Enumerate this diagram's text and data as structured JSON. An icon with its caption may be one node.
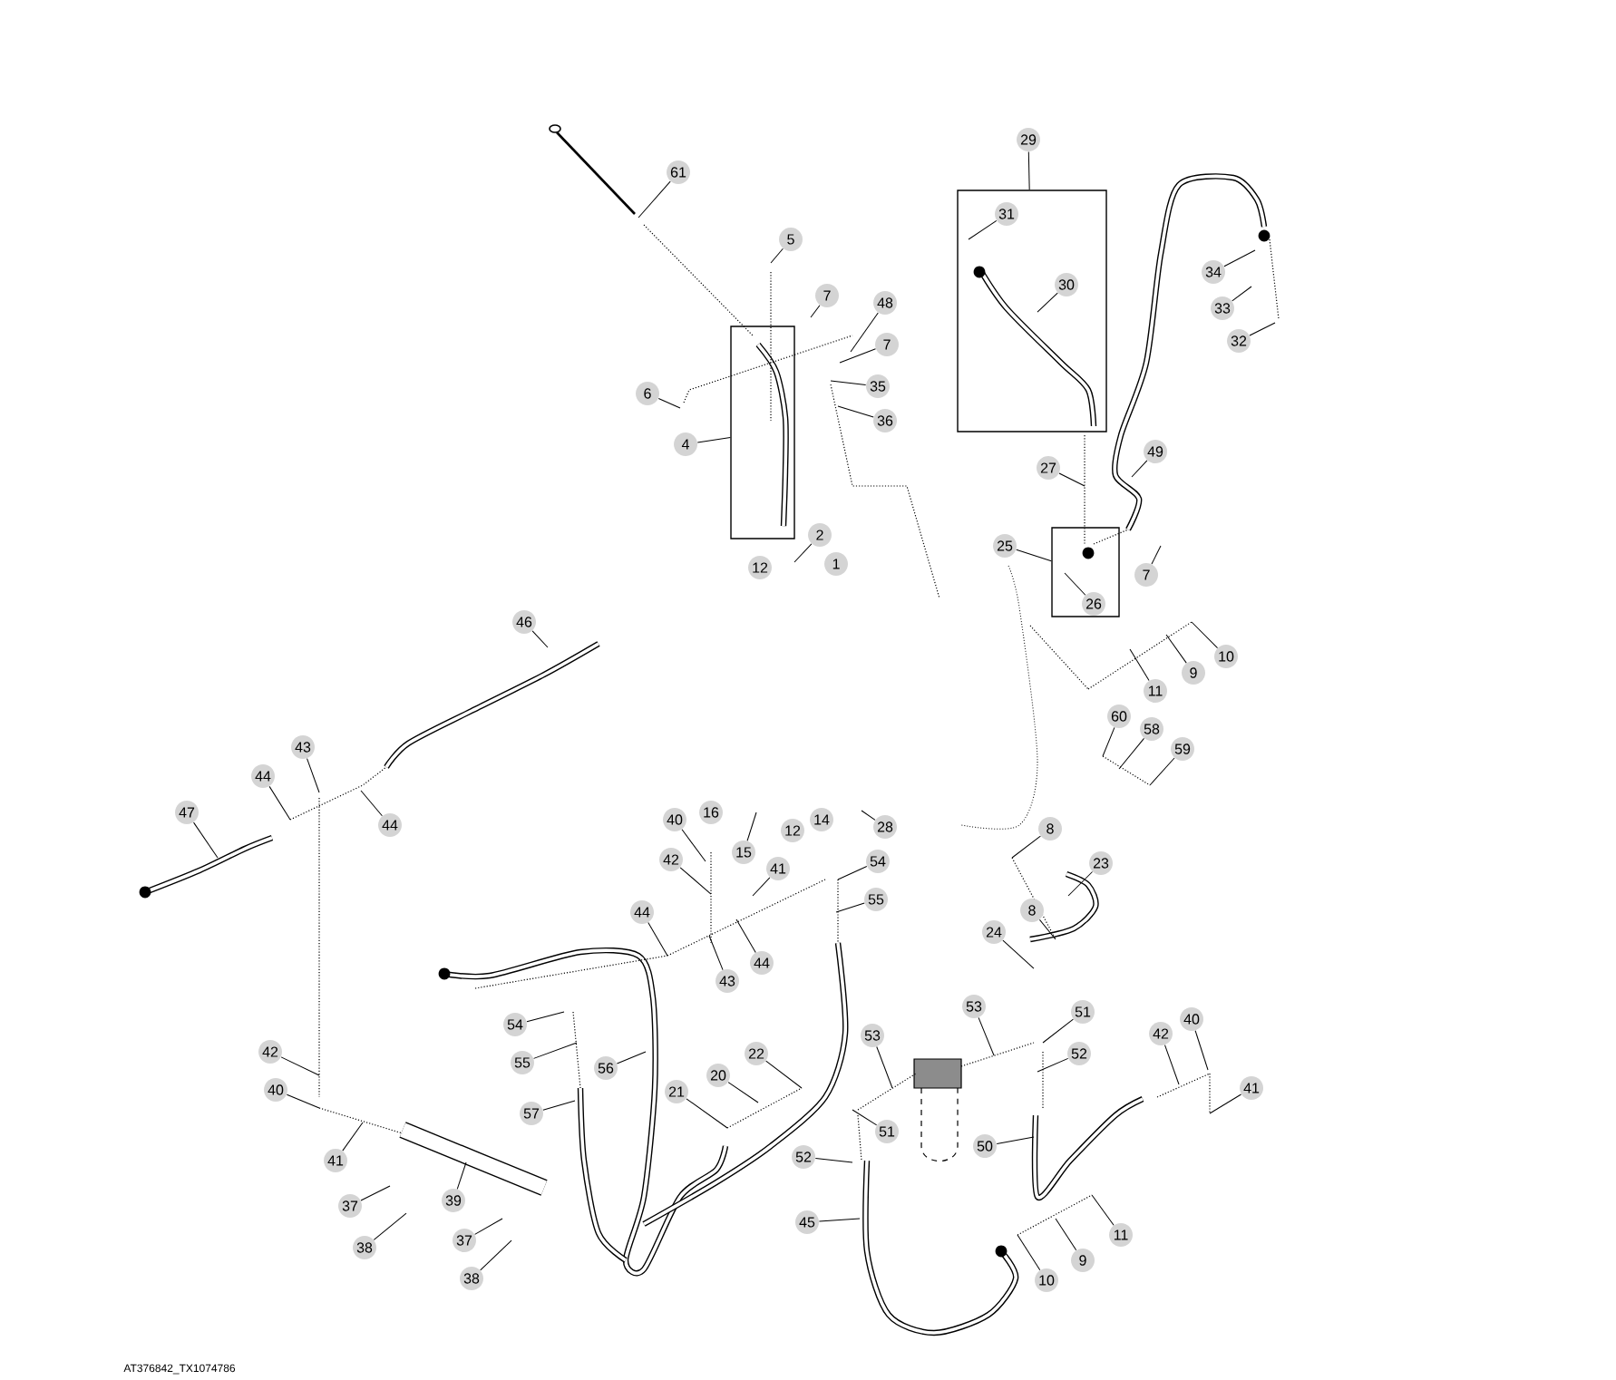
{
  "diagram": {
    "caption": "AT376842_TX1074786",
    "nodes": [
      {
        "text": [],
        "shape": "box"
      },
      {
        "text": [],
        "shape": "box"
      },
      {
        "text": [],
        "shape": "box"
      },
      {
        "text": [
          "29"
        ]
      },
      {
        "text": [
          "61"
        ]
      },
      {
        "text": [
          "31"
        ],
        "in": 1
      },
      {
        "text": [
          "5"
        ]
      },
      {
        "text": [
          "34"
        ]
      },
      {
        "text": [
          "30"
        ],
        "in": 1
      },
      {
        "text": [
          "7"
        ]
      },
      {
        "text": [
          "48"
        ]
      },
      {
        "text": [
          "33"
        ]
      },
      {
        "text": [
          "32"
        ]
      },
      {
        "text": [
          "7"
        ]
      },
      {
        "text": [
          "35"
        ]
      },
      {
        "text": [
          "6"
        ]
      },
      {
        "text": [
          "36"
        ]
      },
      {
        "text": [
          "4"
        ]
      },
      {
        "text": [
          "49"
        ]
      },
      {
        "text": [
          "27"
        ]
      },
      {
        "text": [
          "2"
        ]
      },
      {
        "text": [
          "25"
        ]
      },
      {
        "text": [
          "12"
        ]
      },
      {
        "text": [
          "1"
        ]
      },
      {
        "text": [
          "7"
        ]
      },
      {
        "text": [
          "26"
        ],
        "in": 2
      },
      {
        "text": [
          "46"
        ]
      },
      {
        "text": [
          "10"
        ]
      },
      {
        "text": [
          "9"
        ]
      },
      {
        "text": [
          "11"
        ]
      },
      {
        "text": [
          "60"
        ]
      },
      {
        "text": [
          "58"
        ]
      },
      {
        "text": [
          "43"
        ]
      },
      {
        "text": [
          "59"
        ]
      },
      {
        "text": [
          "44"
        ]
      },
      {
        "text": [
          "47"
        ]
      },
      {
        "text": [
          "40"
        ]
      },
      {
        "text": [
          "16"
        ]
      },
      {
        "text": [
          "14"
        ]
      },
      {
        "text": [
          "44"
        ]
      },
      {
        "text": [
          "28"
        ]
      },
      {
        "text": [
          "8"
        ]
      },
      {
        "text": [
          "12"
        ]
      },
      {
        "text": [
          "15"
        ]
      },
      {
        "text": [
          "42"
        ]
      },
      {
        "text": [
          "54"
        ]
      },
      {
        "text": [
          "23"
        ]
      },
      {
        "text": [
          "41"
        ]
      },
      {
        "text": [
          "55"
        ]
      },
      {
        "text": [
          "8"
        ]
      },
      {
        "text": [
          "44"
        ]
      },
      {
        "text": [
          "24"
        ]
      },
      {
        "text": [
          "44"
        ]
      },
      {
        "text": [
          "43"
        ]
      },
      {
        "text": [
          "53"
        ]
      },
      {
        "text": [
          "51"
        ]
      },
      {
        "text": [
          "40"
        ]
      },
      {
        "text": [
          "54"
        ]
      },
      {
        "text": [
          "42"
        ]
      },
      {
        "text": [
          "53"
        ]
      },
      {
        "text": [
          "42"
        ]
      },
      {
        "text": [
          "52"
        ]
      },
      {
        "text": [
          "22"
        ]
      },
      {
        "text": [
          "55"
        ]
      },
      {
        "text": [
          "56"
        ]
      },
      {
        "text": [
          "20"
        ]
      },
      {
        "text": [
          "41"
        ]
      },
      {
        "text": [
          "40"
        ]
      },
      {
        "text": [
          "21"
        ]
      },
      {
        "text": [
          "57"
        ]
      },
      {
        "text": [
          "51"
        ]
      },
      {
        "text": [
          "50"
        ]
      },
      {
        "text": [
          "52"
        ]
      },
      {
        "text": [
          "41"
        ]
      },
      {
        "text": [
          "39"
        ]
      },
      {
        "text": [
          "37"
        ]
      },
      {
        "text": [
          "45"
        ]
      },
      {
        "text": [
          "11"
        ]
      },
      {
        "text": [
          "37"
        ]
      },
      {
        "text": [
          "38"
        ]
      },
      {
        "text": [
          "9"
        ]
      },
      {
        "text": [
          "10"
        ]
      },
      {
        "text": [
          "38"
        ]
      }
    ],
    "edges": [
      {
        "from": 3,
        "to": 1,
        "arrow": "none"
      },
      {
        "from": 17,
        "to": 0,
        "arrow": "none"
      },
      {
        "from": 21,
        "to": 2,
        "arrow": "none"
      },
      {
        "from": 4,
        "to": null,
        "arrow": "none"
      },
      {
        "from": 5,
        "to": null,
        "arrow": "none"
      },
      {
        "from": 6,
        "to": null,
        "arrow": "none"
      },
      {
        "from": 7,
        "to": null,
        "arrow": "none"
      },
      {
        "from": 8,
        "to": null,
        "arrow": "none"
      },
      {
        "from": 9,
        "to": null,
        "arrow": "none"
      },
      {
        "from": 10,
        "to": null,
        "arrow": "none"
      },
      {
        "from": 11,
        "to": null,
        "arrow": "none"
      },
      {
        "from": 12,
        "to": null,
        "arrow": "none"
      },
      {
        "from": 13,
        "to": null,
        "arrow": "none"
      },
      {
        "from": 14,
        "to": null,
        "arrow": "none"
      },
      {
        "from": 15,
        "to": null,
        "arrow": "none"
      },
      {
        "from": 16,
        "to": null,
        "arrow": "none"
      },
      {
        "from": 18,
        "to": null,
        "arrow": "none"
      },
      {
        "from": 19,
        "to": null,
        "arrow": "none"
      },
      {
        "from": 20,
        "to": null,
        "arrow": "none"
      },
      {
        "from": 24,
        "to": null,
        "arrow": "none"
      },
      {
        "from": 25,
        "to": null,
        "arrow": "none"
      },
      {
        "from": 26,
        "to": null,
        "arrow": "none"
      },
      {
        "from": 27,
        "to": null,
        "arrow": "none"
      },
      {
        "from": 28,
        "to": null,
        "arrow": "none"
      },
      {
        "from": 29,
        "to": null,
        "arrow": "none"
      },
      {
        "from": 30,
        "to": null,
        "arrow": "none"
      },
      {
        "from": 31,
        "to": null,
        "arrow": "none"
      },
      {
        "from": 32,
        "to": null,
        "arrow": "none"
      },
      {
        "from": 33,
        "to": null,
        "arrow": "none"
      },
      {
        "from": 34,
        "to": null,
        "arrow": "none"
      },
      {
        "from": 35,
        "to": null,
        "arrow": "none"
      },
      {
        "from": 36,
        "to": null,
        "arrow": "none"
      },
      {
        "from": 39,
        "to": null,
        "arrow": "none"
      },
      {
        "from": 40,
        "to": null,
        "arrow": "none"
      },
      {
        "from": 41,
        "to": null,
        "arrow": "none"
      },
      {
        "from": 43,
        "to": null,
        "arrow": "none"
      },
      {
        "from": 44,
        "to": null,
        "arrow": "none"
      },
      {
        "from": 45,
        "to": null,
        "arrow": "none"
      },
      {
        "from": 46,
        "to": null,
        "arrow": "none"
      },
      {
        "from": 47,
        "to": null,
        "arrow": "none"
      },
      {
        "from": 48,
        "to": null,
        "arrow": "none"
      },
      {
        "from": 49,
        "to": null,
        "arrow": "none"
      },
      {
        "from": 50,
        "to": null,
        "arrow": "none"
      },
      {
        "from": 51,
        "to": null,
        "arrow": "none"
      },
      {
        "from": 52,
        "to": null,
        "arrow": "none"
      },
      {
        "from": 53,
        "to": null,
        "arrow": "none"
      },
      {
        "from": 54,
        "to": null,
        "arrow": "none"
      },
      {
        "from": 55,
        "to": null,
        "arrow": "none"
      },
      {
        "from": 56,
        "to": null,
        "arrow": "none"
      },
      {
        "from": 57,
        "to": null,
        "arrow": "none"
      },
      {
        "from": 58,
        "to": null,
        "arrow": "none"
      },
      {
        "from": 59,
        "to": null,
        "arrow": "none"
      },
      {
        "from": 60,
        "to": null,
        "arrow": "none"
      },
      {
        "from": 61,
        "to": null,
        "arrow": "none"
      },
      {
        "from": 62,
        "to": null,
        "arrow": "none"
      },
      {
        "from": 63,
        "to": null,
        "arrow": "none"
      },
      {
        "from": 64,
        "to": null,
        "arrow": "none"
      },
      {
        "from": 65,
        "to": null,
        "arrow": "none"
      },
      {
        "from": 66,
        "to": null,
        "arrow": "none"
      },
      {
        "from": 67,
        "to": null,
        "arrow": "none"
      },
      {
        "from": 68,
        "to": null,
        "arrow": "none"
      },
      {
        "from": 69,
        "to": null,
        "arrow": "none"
      },
      {
        "from": 70,
        "to": null,
        "arrow": "none"
      },
      {
        "from": 71,
        "to": null,
        "arrow": "none"
      },
      {
        "from": 72,
        "to": null,
        "arrow": "none"
      },
      {
        "from": 73,
        "to": null,
        "arrow": "none"
      },
      {
        "from": 74,
        "to": null,
        "arrow": "none"
      },
      {
        "from": 75,
        "to": null,
        "arrow": "none"
      },
      {
        "from": 76,
        "to": null,
        "arrow": "none"
      },
      {
        "from": 77,
        "to": null,
        "arrow": "none"
      },
      {
        "from": 78,
        "to": null,
        "arrow": "none"
      },
      {
        "from": 79,
        "to": null,
        "arrow": "none"
      },
      {
        "from": 80,
        "to": null,
        "arrow": "none"
      },
      {
        "from": 81,
        "to": null,
        "arrow": "none"
      },
      {
        "from": 82,
        "to": null,
        "arrow": "none"
      }
    ]
  }
}
